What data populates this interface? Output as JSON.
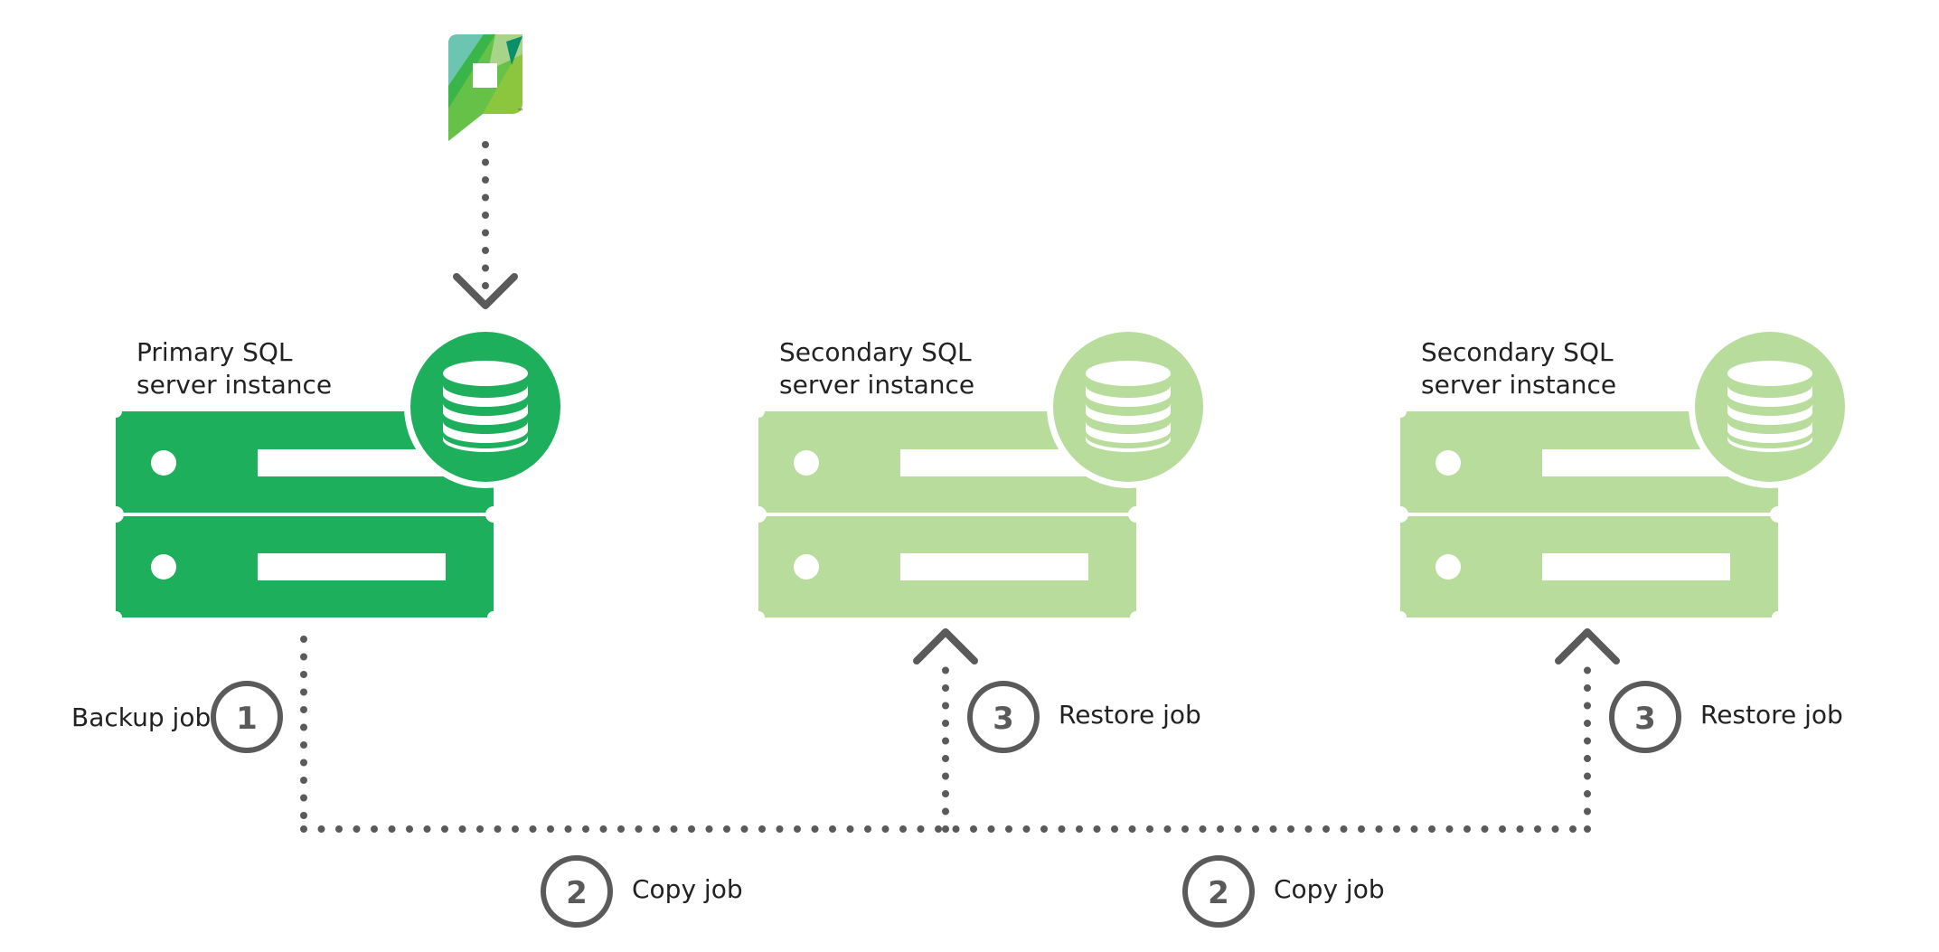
{
  "colors": {
    "primary_green": "#1eaf5c",
    "secondary_green": "#b8dc9c",
    "connector_gray": "#5a5a5a",
    "label_text": "#222222"
  },
  "source_logo": {
    "icon": "green-p-logo-icon",
    "trademark": "™"
  },
  "servers": [
    {
      "role": "primary",
      "label_line1": "Primary SQL",
      "label_line2": "server instance",
      "icon": "database-icon",
      "color": "#1eaf5c"
    },
    {
      "role": "secondary",
      "label_line1": "Secondary SQL",
      "label_line2": "server instance",
      "icon": "database-icon",
      "color": "#b8dc9c"
    },
    {
      "role": "secondary",
      "label_line1": "Secondary SQL",
      "label_line2": "server instance",
      "icon": "database-icon",
      "color": "#b8dc9c"
    }
  ],
  "jobs": {
    "backup": {
      "step": "1",
      "label": "Backup job"
    },
    "copy": [
      {
        "step": "2",
        "label": "Copy job"
      },
      {
        "step": "2",
        "label": "Copy job"
      }
    ],
    "restore": [
      {
        "step": "3",
        "label": "Restore job"
      },
      {
        "step": "3",
        "label": "Restore job"
      }
    ]
  }
}
